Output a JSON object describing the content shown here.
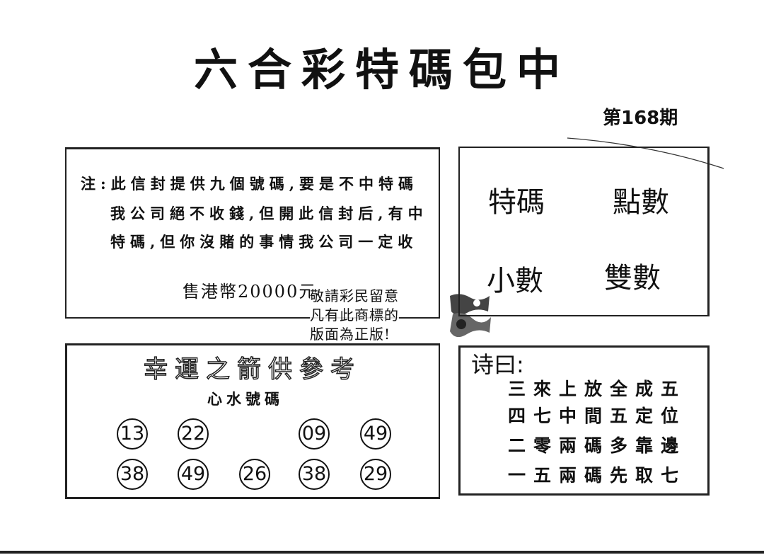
{
  "title": "六合彩特碼包中",
  "issue": "第168期",
  "note": {
    "line1": "注:此信封提供九個號碼,要是不中特碼",
    "line2": "我公司絕不收錢,但開此信封后,有中",
    "line3": "特碼,但你沒賭的事情我公司一定收",
    "price": "售港幣20000元"
  },
  "stamp": {
    "line1": "敬請彩民留意",
    "line2": "凡有此商標的",
    "line3": "版面為正版!"
  },
  "tips": [
    "特碼",
    "點數",
    "小數",
    "雙數"
  ],
  "reference": {
    "title": "幸運之箭供參考",
    "subtitle": "心水號碼",
    "row1": [
      "13",
      "22",
      "09",
      "49"
    ],
    "row2": [
      "38",
      "49",
      "26",
      "38",
      "29"
    ]
  },
  "poem": {
    "title": "诗曰:",
    "lines": [
      "三來上放全成五",
      "四七中間五定位",
      "二零兩碼多靠邊",
      "一五兩碼先取七"
    ]
  }
}
